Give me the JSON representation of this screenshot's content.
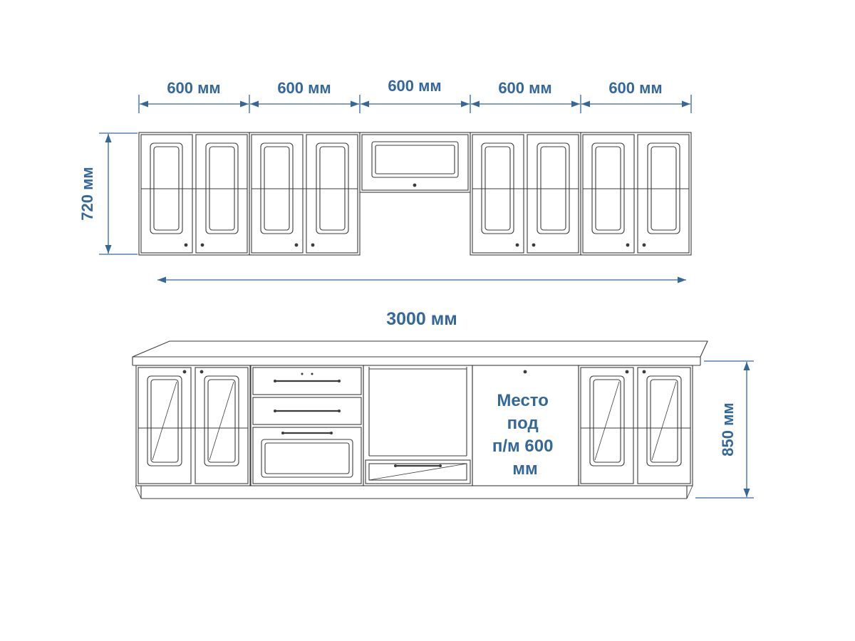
{
  "drawing": {
    "type": "kitchen-cabinet-elevation",
    "colors": {
      "dimension_accent": "#34679a",
      "outline": "#3b3b3b",
      "background": "#ffffff"
    },
    "upper_run": {
      "section_dimensions": [
        {
          "label": "600 мм"
        },
        {
          "label": "600 мм"
        },
        {
          "label": "600 мм"
        },
        {
          "label": "600 мм"
        },
        {
          "label": "600 мм"
        }
      ],
      "height": {
        "label": "720 мм"
      }
    },
    "total_width": {
      "label": "3000 мм"
    },
    "lower_run": {
      "height": {
        "label": "850 мм"
      },
      "appliance_space_note": {
        "full_text": "Место под п/м 600 мм",
        "lines": [
          "Место",
          "под",
          "п/м 600",
          "мм"
        ]
      }
    }
  }
}
